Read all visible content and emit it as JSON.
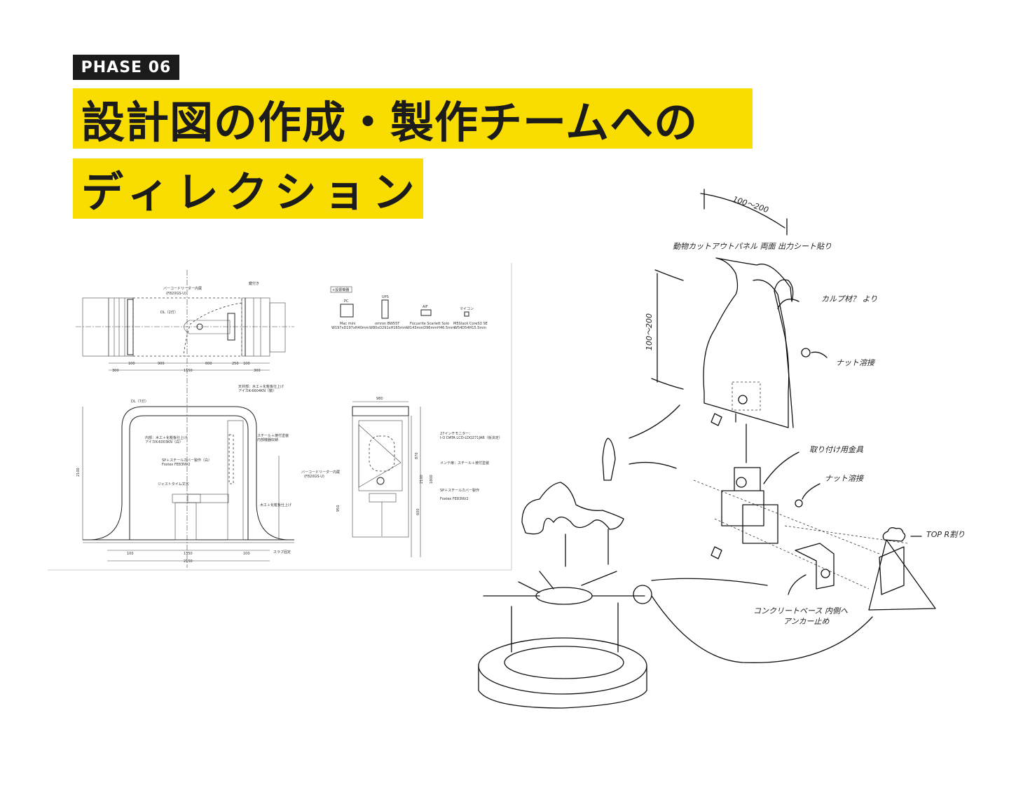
{
  "header": {
    "phase_label": "PHASE 06",
    "title_line1": "設計図の作成・製作チームへの",
    "title_line2": "ディレクション"
  },
  "cad_drawing": {
    "plan_labels": {
      "barcode_reader": "バーコードリーダー内蔵",
      "barcode_model": "(F820GS-U)",
      "lock": "鍵付き",
      "downlight": "DL（2灯）",
      "dims": [
        "300",
        "100",
        "900",
        "600",
        "250",
        "100",
        "1150",
        "300"
      ]
    },
    "equipment": {
      "heading": "+設置機器",
      "items": [
        {
          "type": "PC",
          "name": "Mac mini",
          "size": "W197xD197xH40mm"
        },
        {
          "type": "UPS",
          "name": "omron BW55T",
          "size": "W80xD291xH165mm"
        },
        {
          "type": "AIF",
          "name": "Focusrite Scarlett Solo",
          "size": "W143mmD96mmH46.5mm"
        },
        {
          "type": "マイコン",
          "name": "M5Stack CoreS3 SE",
          "size": "W54D54H15.5mm"
        }
      ]
    },
    "elevation_labels": {
      "ceiling": "天井部：木工＋化粧板仕上げ",
      "ceiling_spec": "アイカK-6604KN（鏡）",
      "downlight": "DL（7灯）",
      "inner": "内部：木工＋化粧板仕上げ",
      "inner_spec": "アイカK-6003KN（白）",
      "steel_storage": "スチール＋焼付塗装",
      "storage": "内部機器収納",
      "speaker": "SP＋スチールカバー製作（白）",
      "speaker_model": "Fostex FE83NV2",
      "justtime": "ジャストタイム文言",
      "wood": "木工＋化粧板仕上げ",
      "base": "スラブ固定",
      "dims": [
        "2100",
        "100",
        "1350",
        "100",
        "2150"
      ]
    },
    "front_labels": {
      "monitor": "27インチモニター：",
      "monitor_model": "I-O DATA LCD-LDQ271JAB（仮決定）",
      "maint": "メンテ扉：スチール＋焼付塗装",
      "barcode": "バーコードリーダー内蔵",
      "barcode_model": "(F820GS-U)",
      "sp": "SP＋スチールカバー製作",
      "sp_model": "Fostex FE83NV2",
      "dims": [
        "980",
        "870",
        "1800",
        "2100",
        "950",
        "600"
      ]
    }
  },
  "sketch_notes": {
    "width_range": "100～200",
    "height_range": "100～200",
    "panel": "動物カットアウトパネル 両面 出力シート貼り",
    "material": "カルプ材？ より",
    "nut_weld_1": "ナット溶接",
    "bracket": "取り付け用金具",
    "nut_weld_2": "ナット溶接",
    "top": "TOP R割り",
    "anchor_1": "コンクリートベース 内側へ",
    "anchor_2": "アンカー止め"
  }
}
